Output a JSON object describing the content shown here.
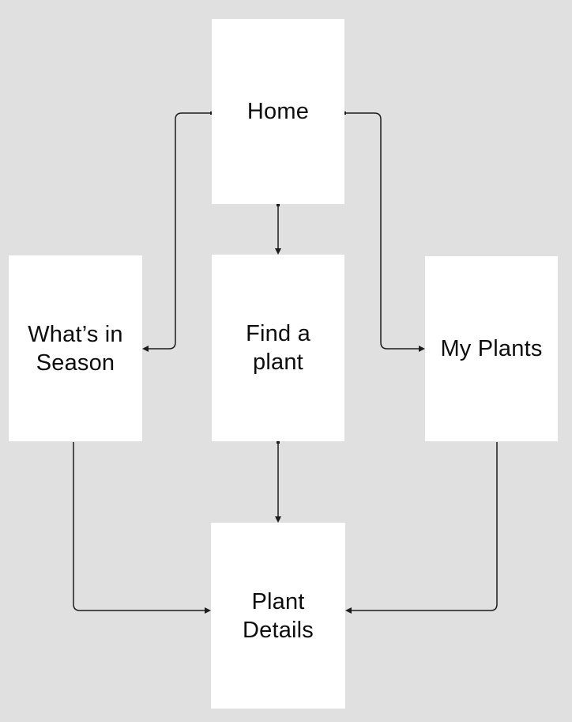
{
  "diagram": {
    "type": "screen-flow",
    "background_color": "#e0e0e0",
    "node_fill_color": "#ffffff",
    "node_text_color": "#0d0d0d",
    "connector_color": "#1c1c1c",
    "nodes": [
      {
        "id": "home",
        "label": "Home"
      },
      {
        "id": "whats-in-season",
        "label": "What’s in\nSeason"
      },
      {
        "id": "find-a-plant",
        "label": "Find a\nplant"
      },
      {
        "id": "my-plants",
        "label": "My Plants"
      },
      {
        "id": "plant-details",
        "label": "Plant\nDetails"
      }
    ],
    "edges": [
      {
        "from": "home",
        "to": "whats-in-season"
      },
      {
        "from": "home",
        "to": "find-a-plant"
      },
      {
        "from": "home",
        "to": "my-plants"
      },
      {
        "from": "find-a-plant",
        "to": "plant-details"
      },
      {
        "from": "whats-in-season",
        "to": "plant-details"
      },
      {
        "from": "my-plants",
        "to": "plant-details"
      }
    ]
  }
}
